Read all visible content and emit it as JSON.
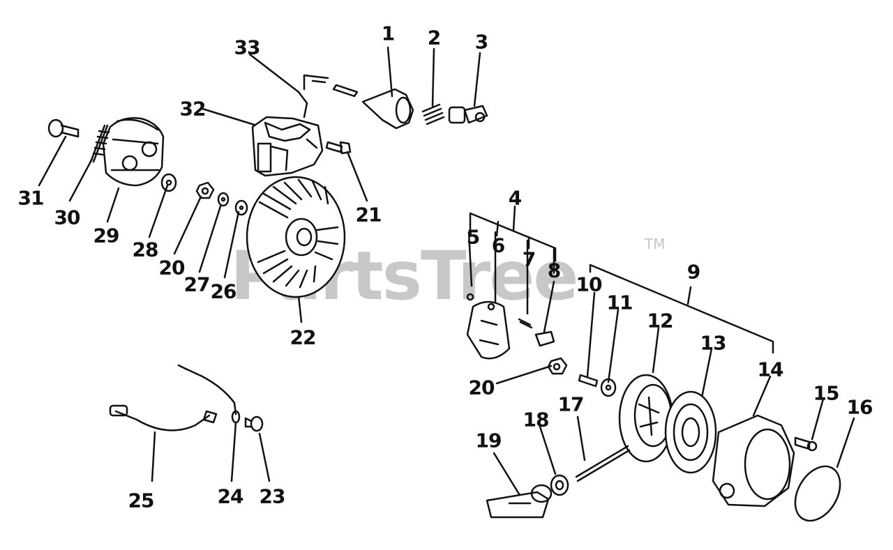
{
  "watermark": {
    "text": "PartsTree",
    "tm": "TM"
  },
  "callouts": [
    "1",
    "2",
    "3",
    "4",
    "5",
    "6",
    "7",
    "8",
    "9",
    "10",
    "11",
    "12",
    "13",
    "14",
    "15",
    "16",
    "17",
    "18",
    "19",
    "20",
    "20",
    "21",
    "22",
    "23",
    "24",
    "25",
    "26",
    "27",
    "28",
    "29",
    "30",
    "31",
    "32",
    "33"
  ]
}
